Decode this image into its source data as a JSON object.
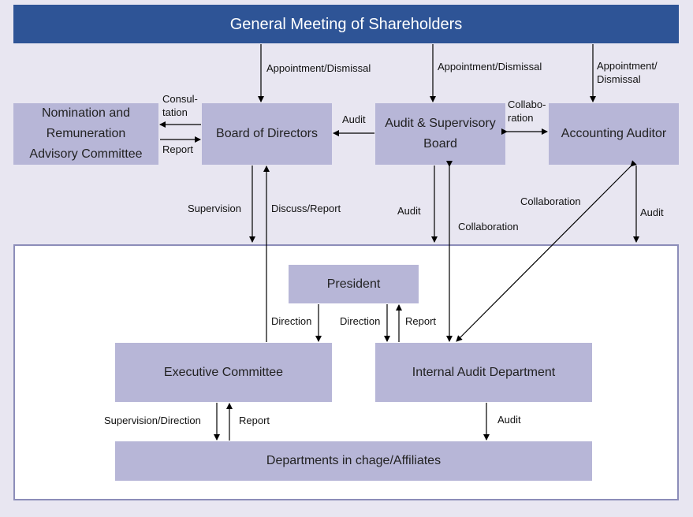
{
  "nodes": {
    "general_meeting": "General Meeting of Shareholders",
    "nomination": "Nomination and\nRemuneration\nAdvisory Committee",
    "board": "Board of Directors",
    "audit_board": "Audit & Supervisory\nBoard",
    "accounting_auditor": "Accounting Auditor",
    "president": "President",
    "executive_committee": "Executive Committee",
    "internal_audit": "Internal Audit Department",
    "departments": "Departments in chage/Affiliates"
  },
  "labels": {
    "appoint_board": "Appointment/Dismissal",
    "appoint_audit": "Appointment/Dismissal",
    "appoint_accounting": "Appointment/\nDismissal",
    "consultation": "Consul-\ntation",
    "report_nomination": "Report",
    "audit_board_to_board": "Audit",
    "collaboration_top": "Collabo-\nration",
    "supervision": "Supervision",
    "discuss_report": "Discuss/Report",
    "audit_left": "Audit",
    "collaboration_mid": "Collaboration",
    "collaboration_diag": "Collaboration",
    "audit_right": "Audit",
    "direction_exec": "Direction",
    "direction_audit": "Direction",
    "report_president": "Report",
    "supervision_direction": "Supervision/Direction",
    "report_departments": "Report",
    "audit_departments": "Audit"
  },
  "colors": {
    "background": "#e8e6f1",
    "header": "#2e5496",
    "box": "#b7b6d7",
    "inner_panel": "#ffffff"
  }
}
